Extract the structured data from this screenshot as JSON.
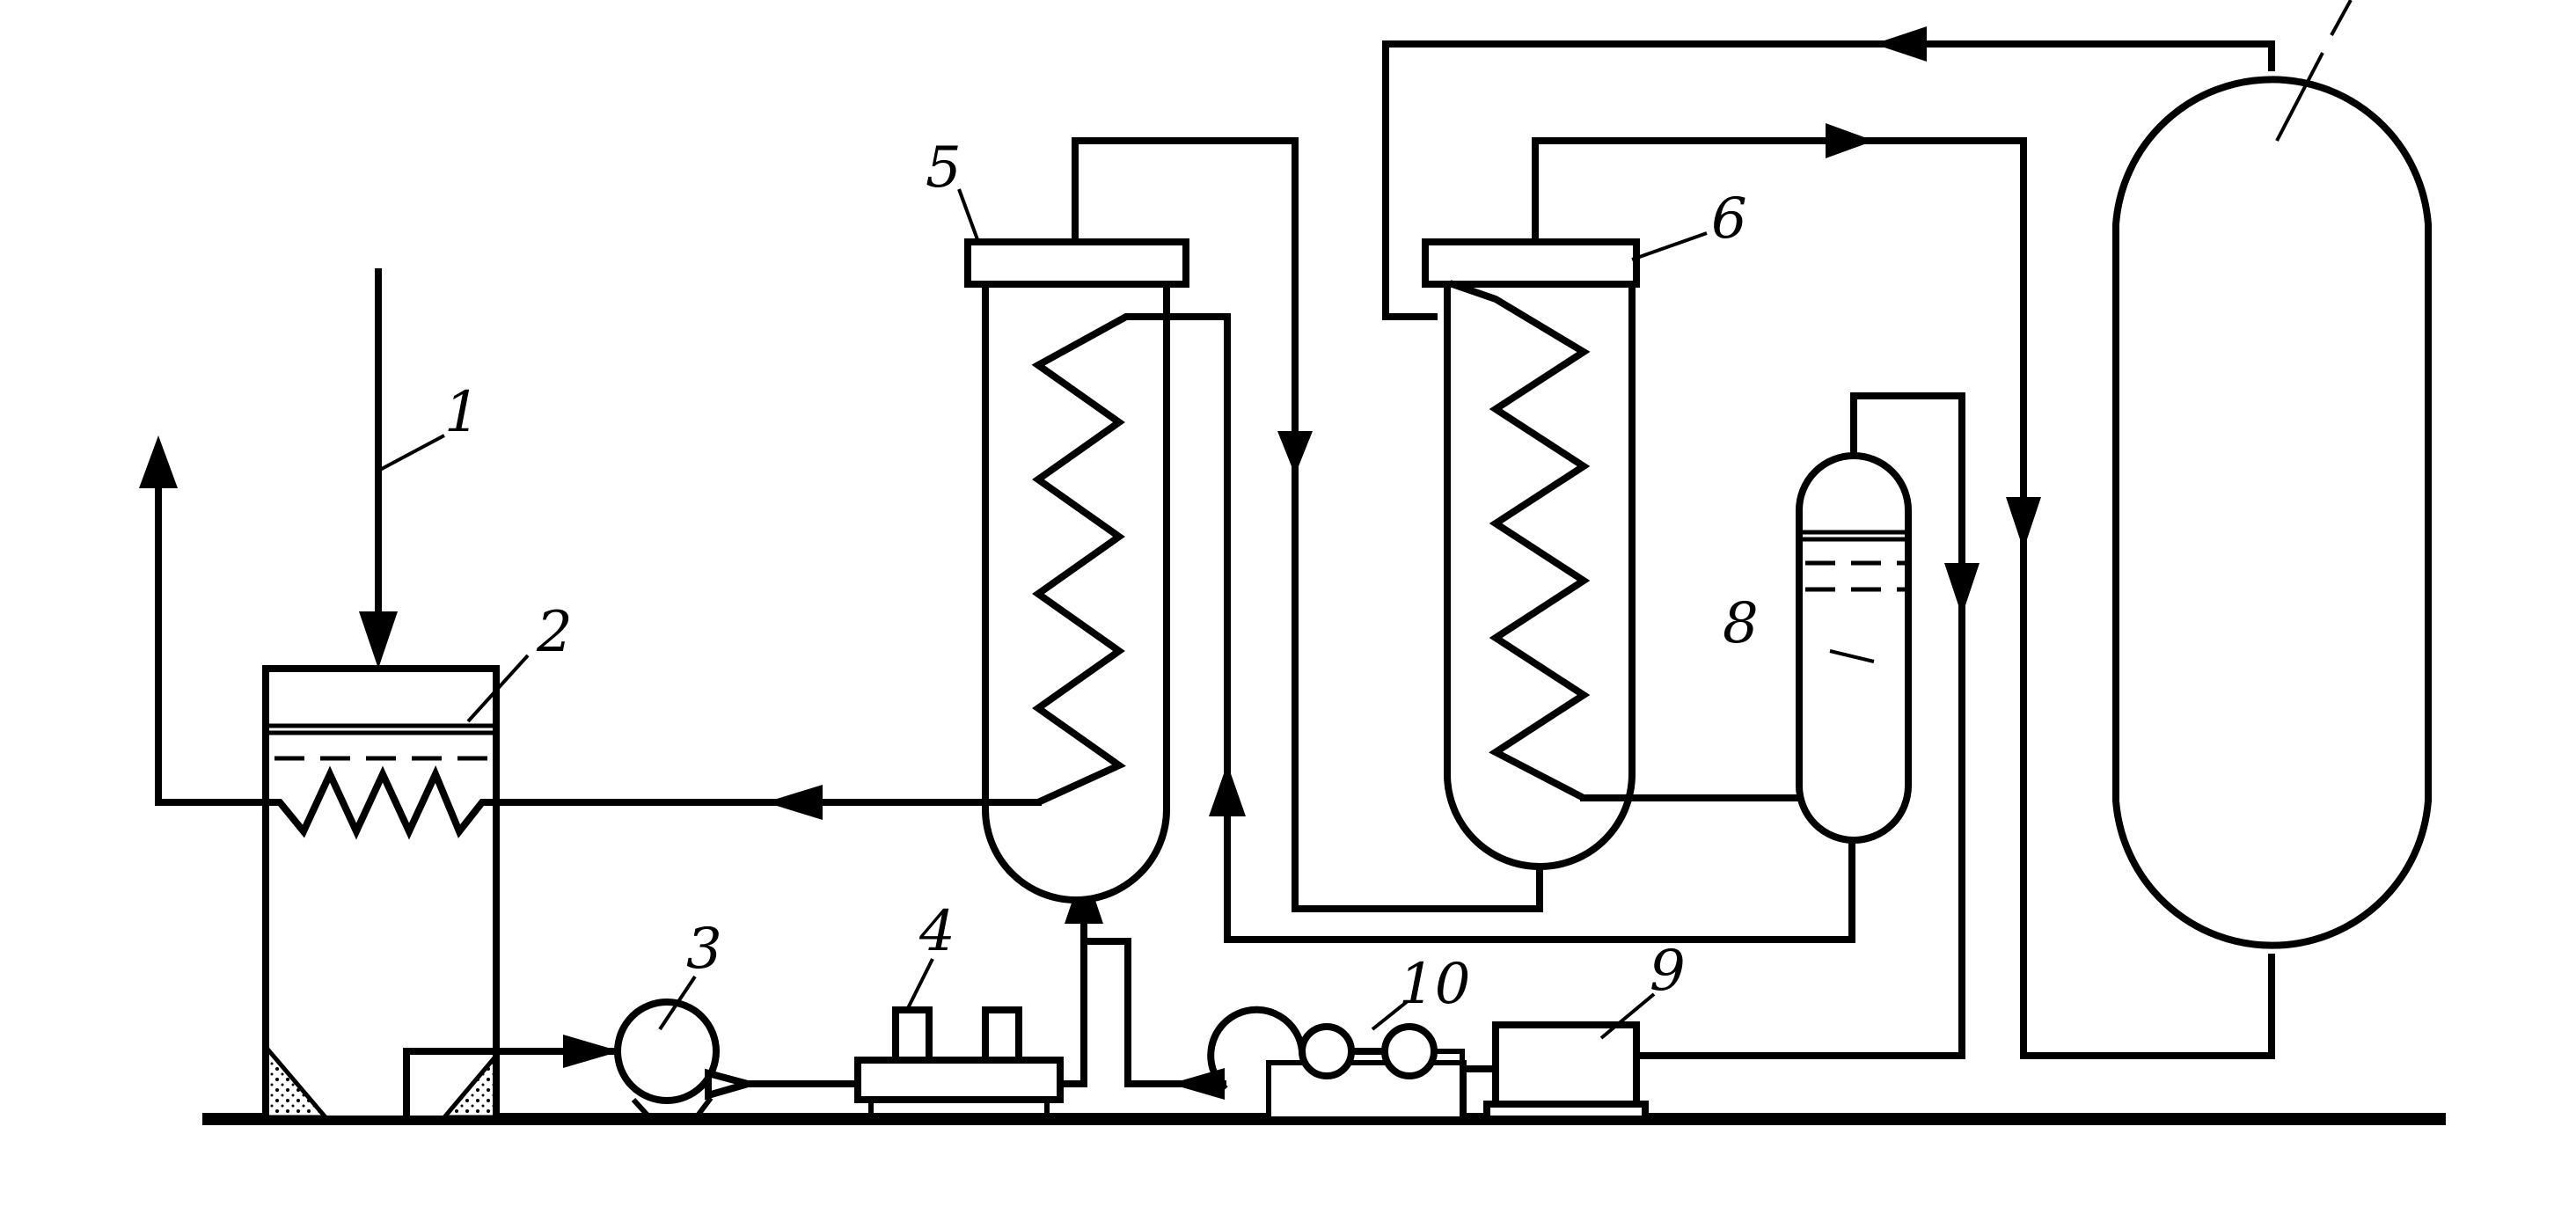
{
  "labels": {
    "l1": "1",
    "l2": "2",
    "l3": "3",
    "l4": "4",
    "l5": "5",
    "l6": "6",
    "l8": "8",
    "l9": "9",
    "l10": "10"
  }
}
